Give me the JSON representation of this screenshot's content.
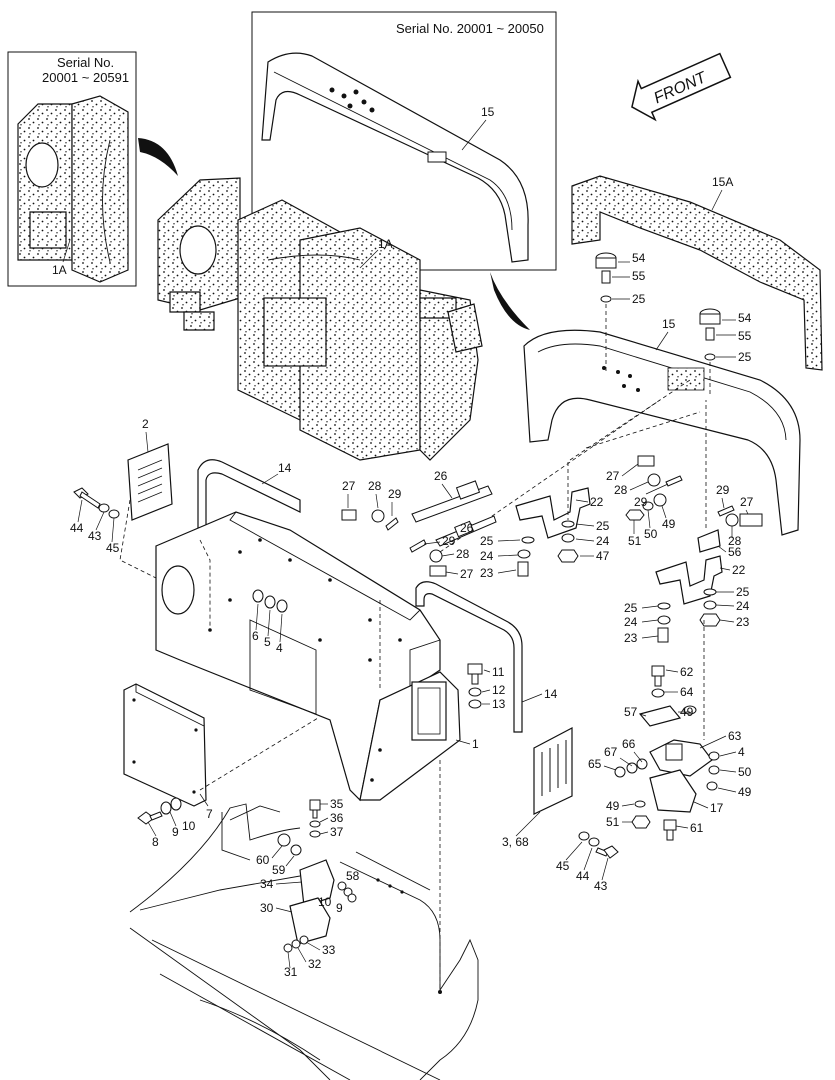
{
  "inset_left": {
    "title_line1": "Serial No.",
    "title_line2": "20001 ~ 20591",
    "part": "1A"
  },
  "inset_top": {
    "title": "Serial No. 20001 ~ 20050",
    "part": "15"
  },
  "front_label": "FRONT",
  "callouts": {
    "c1A": "1A",
    "c15A": "15A",
    "c15": "15",
    "c54a": "54",
    "c55a": "55",
    "c25a": "25",
    "c54b": "54",
    "c55b": "55",
    "c25b": "25",
    "c2": "2",
    "c14a": "14",
    "c44a": "44",
    "c43a": "43",
    "c45a": "45",
    "c27a": "27",
    "c28a": "28",
    "c29a": "29",
    "c26a": "26",
    "c26b": "26",
    "c29b": "29",
    "c28b": "28",
    "c27b": "27",
    "c22a": "22",
    "c25c": "25",
    "c24a": "24",
    "c47": "47",
    "c25d": "25",
    "c24b": "24",
    "c23a": "23",
    "c27c": "27",
    "c28c": "28",
    "c29c": "29",
    "c51a": "51",
    "c50a": "50",
    "c49a": "49",
    "c29d": "29",
    "c27d": "27",
    "c28d": "28",
    "c56": "56",
    "c22b": "22",
    "c25e": "25",
    "c24c": "24",
    "c23b": "23",
    "c25f": "25",
    "c24d": "24",
    "c23c": "23",
    "c6": "6",
    "c5": "5",
    "c4a": "4",
    "c11": "11",
    "c12": "12",
    "c13": "13",
    "c14b": "14",
    "c1": "1",
    "c62": "62",
    "c64": "64",
    "c57": "57",
    "c49b": "49",
    "c63": "63",
    "c4b": "4",
    "c67": "67",
    "c66": "66",
    "c65": "65",
    "c50b": "50",
    "c49c": "49",
    "c49d": "49",
    "c17": "17",
    "c51b": "51",
    "c61": "61",
    "c7": "7",
    "c8": "8",
    "c9a": "9",
    "c10a": "10",
    "c3_68": "3, 68",
    "c45b": "45",
    "c44b": "44",
    "c43b": "43",
    "c35": "35",
    "c36": "36",
    "c37": "37",
    "c60": "60",
    "c59": "59",
    "c34": "34",
    "c58": "58",
    "c10b": "10",
    "c9b": "9",
    "c30": "30",
    "c33": "33",
    "c32": "32",
    "c31": "31"
  }
}
